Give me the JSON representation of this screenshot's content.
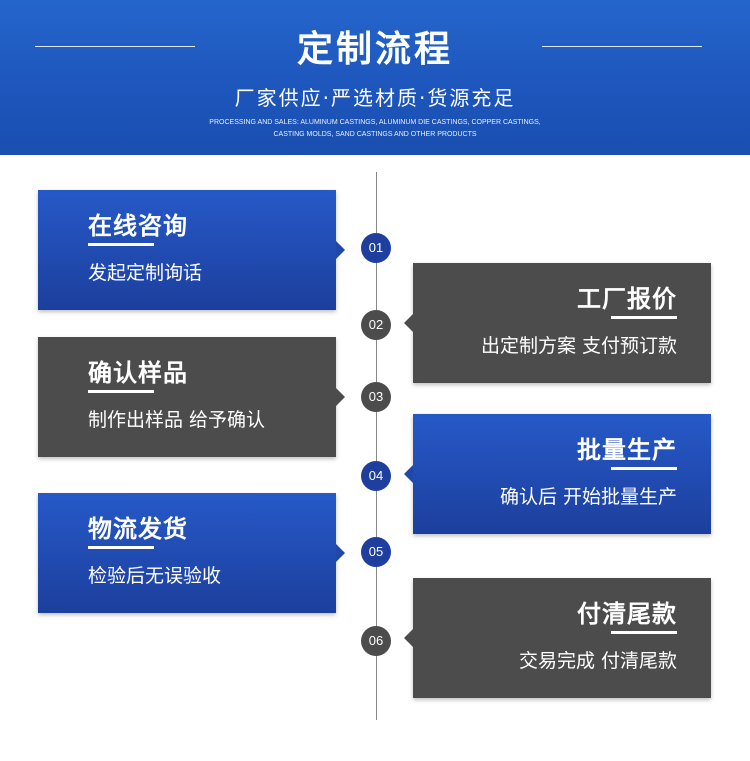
{
  "header": {
    "title": "定制流程",
    "subtitle": "厂家供应·严选材质·货源充足",
    "small_line1": "PROCESSING AND SALES: ALUMINUM CASTINGS, ALUMINUM DIE CASTINGS, COPPER CASTINGS,",
    "small_line2": "CASTING MOLDS, SAND CASTINGS AND OTHER PRODUCTS"
  },
  "colors": {
    "blue": "#1f48a8",
    "gray": "#4c4c4c",
    "header": "#1d55bb"
  },
  "steps": [
    {
      "num": "01",
      "title": "在线咨询",
      "desc": "发起定制询话",
      "side": "left",
      "color": "blue"
    },
    {
      "num": "02",
      "title": "工厂报价",
      "desc": "出定制方案 支付预订款",
      "side": "right",
      "color": "gray"
    },
    {
      "num": "03",
      "title": "确认样品",
      "desc": "制作出样品 给予确认",
      "side": "left",
      "color": "gray"
    },
    {
      "num": "04",
      "title": "批量生产",
      "desc": "确认后 开始批量生产",
      "side": "right",
      "color": "blue"
    },
    {
      "num": "05",
      "title": "物流发货",
      "desc": "检验后无误验收",
      "side": "left",
      "color": "blue"
    },
    {
      "num": "06",
      "title": "付清尾款",
      "desc": "交易完成 付清尾款",
      "side": "right",
      "color": "gray"
    }
  ]
}
